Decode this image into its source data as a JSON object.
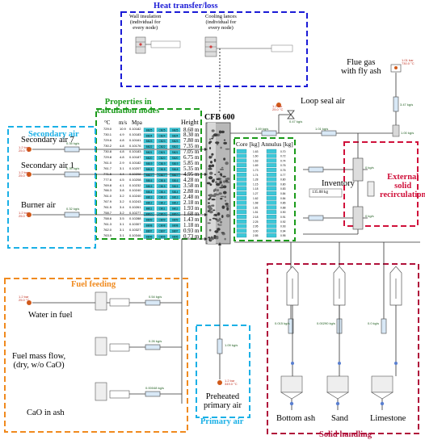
{
  "title": "CFB 600",
  "groups": {
    "heat_transfer": {
      "title": "Heat transfer/loss",
      "color": "#1b1bd6",
      "wall_insulation": "Wall insulation\n(individual for\nevery node)",
      "cooling_lances": "Cooling lances\n(individual for\nevery node)"
    },
    "properties": {
      "title": "Properties in\ncalculation nodes",
      "color": "#1a9a1a",
      "col_temp": "°C",
      "col_vel": "m/s",
      "col_pres": "Mpa",
      "col_height": "Height"
    },
    "secondary_air": {
      "title": "Secondary air",
      "color": "#1ab0e6",
      "items": [
        "Secondary air 7",
        "Secondary air 1",
        "Burner air"
      ]
    },
    "fuel_feeding": {
      "title": "Fuel feeding",
      "color": "#f08a1e",
      "items": [
        "Water in fuel",
        "Fuel mass flow,\n(dry, w/o CaO)",
        "CaO in ash"
      ]
    },
    "primary_air": {
      "title": "Primary air",
      "color": "#1ab0e6",
      "label": "Preheated\nprimary air"
    },
    "solid_handling": {
      "title": "Solid handling",
      "color": "#b0103a",
      "items": [
        "Bottom ash",
        "Sand",
        "Limestone"
      ]
    },
    "external_recirc": {
      "title": "External\nsolid\nrecirculation",
      "color": "#d0103a"
    }
  },
  "labels": {
    "loop_seal_air": "Loop seal air",
    "flue_gas": "Flue gas\nwith fly ash",
    "inventory": "Inventory",
    "core_kg": "Core [kg]",
    "annulus_kg": "Annulus [kg]"
  },
  "heights": [
    "8.60 m",
    "8.30 m",
    "7.80 m",
    "7.35 m",
    "7.05 m",
    "6.75 m",
    "5.85 m",
    "5.35 m",
    "4.95 m",
    "4.28 m",
    "3.58 m",
    "2.88 m",
    "2.48 m",
    "2.18 m",
    "1.93 m",
    "1.68 m",
    "1.43 m",
    "1.18 m",
    "0.93 m",
    "0.73 m"
  ],
  "nodes": [
    [
      "729.0",
      "10.9",
      "0.10182",
      "BB25",
      "CB25",
      "SB25"
    ],
    [
      "730.1",
      "4.9",
      "0.10183",
      "BB24",
      "CB24",
      "SB24"
    ],
    [
      "729.6",
      "4.8",
      "0.10161",
      "BB23",
      "CB23",
      "SB23"
    ],
    [
      "730.2",
      "4.8",
      "0.10176",
      "BB22",
      "CB22",
      "SB22"
    ],
    [
      "730.8",
      "4.8",
      "0.10183",
      "BB21",
      "CB21",
      "SB21"
    ],
    [
      "729.8",
      "4.8",
      "0.10187",
      "BB20",
      "CB20",
      "SB20"
    ],
    [
      "761.0",
      "2.9",
      "0.10182",
      "BB19",
      "CB19",
      "SB19"
    ],
    [
      "761.7",
      "3.1",
      "0.10207",
      "BB18",
      "CB18",
      "SB18"
    ],
    [
      "771.5",
      "4.4",
      "0.10208",
      "BB17",
      "CB17",
      "SB17"
    ],
    [
      "777.6",
      "4.5",
      "0.10208",
      "BB16",
      "CB16",
      "SB16"
    ],
    [
      "769.8",
      "4.1",
      "0.10232",
      "BB15",
      "CB15",
      "SB15"
    ],
    [
      "766.3",
      "3.8",
      "0.10240",
      "BB14",
      "CB14",
      "SB14"
    ],
    [
      "761.0",
      "3.2",
      "0.10240",
      "BB13",
      "CB13",
      "SB13"
    ],
    [
      "767.9",
      "3.2",
      "0.10243",
      "BB12",
      "CB12",
      "SB12"
    ],
    [
      "761.5",
      "3.4",
      "0.10261",
      "BB11",
      "CB11",
      "SB11"
    ],
    [
      "758.7",
      "3.2",
      "0.10277",
      "BB10",
      "CB10",
      "SB10"
    ],
    [
      "758.6",
      "3.5",
      "0.10288",
      "BB09",
      "CB09",
      "SB09"
    ],
    [
      "761.3",
      "3.1",
      "0.10307",
      "BB08",
      "CB08",
      "SB08"
    ],
    [
      "762.0",
      "3.1",
      "0.10327",
      "BB07",
      "CB07",
      "SB07"
    ],
    [
      "763.5",
      "3.1",
      "0.10346",
      "BB06",
      "CB06",
      "SB06"
    ]
  ],
  "core": [
    "1.63",
    "1.60",
    "1.63",
    "1.69",
    "1.73",
    "1.74",
    "1.28",
    "1.15",
    "1.18",
    "1.27",
    "1.62",
    "1.68",
    "1.81",
    "1.51",
    "2.18",
    "2.25",
    "2.95",
    "3.00",
    "2.85"
  ],
  "annulus": [
    "0.70",
    "0.72",
    "0.74",
    "0.76",
    "0.76",
    "0.77",
    "0.80",
    "0.80",
    "0.83",
    "0.84",
    "0.84",
    "0.86",
    "0.88",
    "0.90",
    "0.91",
    "0.92",
    "0.93",
    "0.94",
    "0.95"
  ],
  "flows": {
    "sec_air_7": "0.35 kg/s",
    "sec_air_1": "0.39 kg/s",
    "burner_air": "0.32 kg/s",
    "sec_air_7_src": "1.2 bar\n25.0 °C",
    "sec_air_1_src": "1.2 bar\n25.0 °C",
    "burner_src": "1.2 bar\n25.0 °C",
    "water": "0.54 kg/s",
    "water_src": "1.2 bar\n25.0 °C",
    "fuel": "0.26 kg/s",
    "cao": "0.00048 kg/s",
    "primary": "1.09 kg/s",
    "primary_src": "1.2 bar\n349.0 °C",
    "loop_seal": "0.47 kg/s",
    "loop_seal_src": "1.2 bar\n25.0 °C",
    "riser_out": "3.49 kg/s",
    "cyclone_out": "1.01 kg/s",
    "flue": "3.47 kg/s",
    "flue_2": "1.00 kg/s",
    "flue_src": "1.01 bar\n730.0 °C",
    "recirc_1": "0 kg/s",
    "recirc_2": "0 kg/s",
    "inventory_val": "135.08 kg",
    "bottom_ash": "0.015 kg/s",
    "sand": "0.00290 kg/s",
    "limestone": "0.0 kg/s"
  }
}
